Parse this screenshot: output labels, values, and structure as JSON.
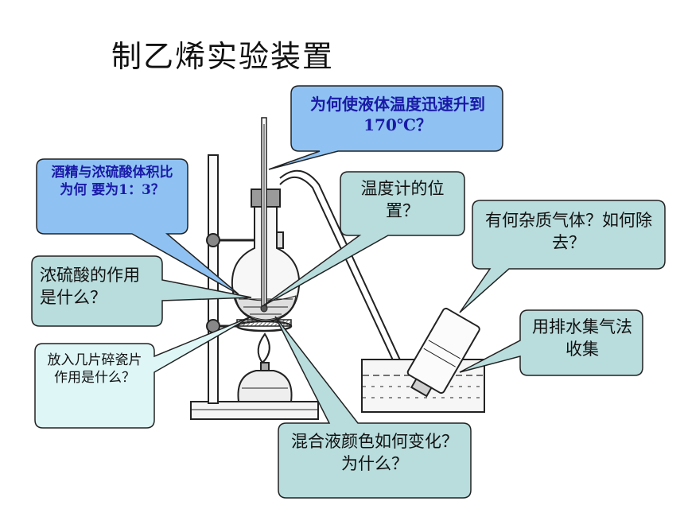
{
  "title": "制乙烯实验装置",
  "callouts": {
    "temperature_reason": "为何使液体温度迅速升到170℃？",
    "alcohol_acid_ratio": "酒精与浓硫酸体积比为何 要为1：3？",
    "thermometer_position": "温度计的位置？",
    "impurity_gas": "有何杂质气体？如何除去？",
    "sulfuric_acid_role": "浓硫酸的作用是什么？",
    "water_collection": "用排水集气法收集",
    "porcelain_chips": "放入几片碎瓷片作用是什么？",
    "color_change": "混合液颜色如何变化？为什么？"
  },
  "colors": {
    "blue_callout_fill": "#8fc2f2",
    "teal_callout_fill": "#b9dcdc",
    "light_callout_fill": "#dff6f6",
    "apparatus_stroke": "#222222"
  }
}
